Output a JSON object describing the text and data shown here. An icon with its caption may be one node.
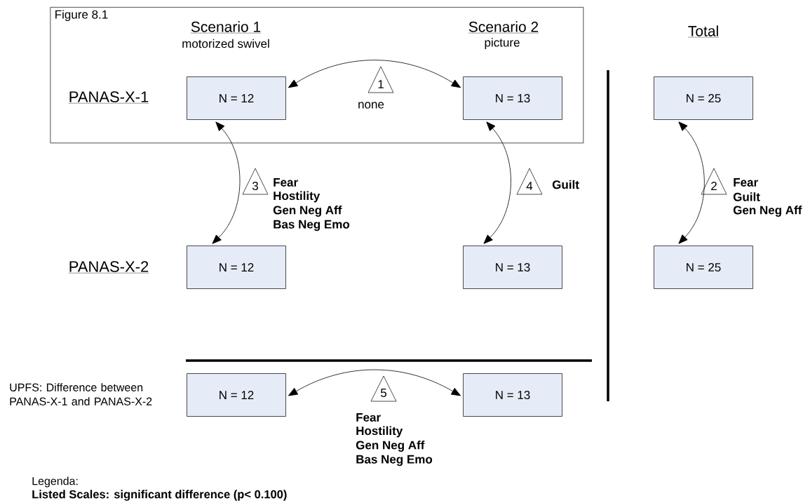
{
  "diagram": {
    "nodes": [
      {
        "text": [
          "Figure 8.1"
        ]
      },
      {
        "text": [
          "N = 12"
        ],
        "in": 0
      },
      {
        "text": [
          "N = 13"
        ],
        "in": 0
      },
      {
        "text": [
          "N = 25"
        ]
      },
      {
        "text": [
          "N = 12"
        ]
      },
      {
        "text": [
          "N = 13"
        ]
      },
      {
        "text": [
          "N = 25"
        ]
      },
      {
        "text": [
          "N = 12"
        ]
      },
      {
        "text": [
          "N = 13"
        ]
      },
      {
        "text": [
          "1"
        ],
        "beside": [
          "none"
        ],
        "in": 0
      },
      {
        "text": [
          "3"
        ],
        "beside": [
          "Fear",
          "Hostility",
          "Gen Neg Aff",
          "Bas Neg Emo"
        ]
      },
      {
        "text": [
          "4"
        ],
        "beside": [
          "Guilt"
        ]
      },
      {
        "text": [
          "2"
        ],
        "beside": [
          "Fear",
          "Guilt",
          "Gen Neg Aff"
        ]
      },
      {
        "text": [
          "5"
        ],
        "beside": [
          "Fear",
          "Hostility",
          "Gen Neg Aff",
          "Bas Neg Emo"
        ]
      }
    ],
    "edges": [
      {
        "from": 1,
        "to": 2,
        "arrow": "both"
      },
      {
        "from": 1,
        "to": 4,
        "arrow": "both"
      },
      {
        "from": 2,
        "to": 5,
        "arrow": "both"
      },
      {
        "from": 3,
        "to": 6,
        "arrow": "both"
      },
      {
        "from": 7,
        "to": 8,
        "arrow": "both"
      }
    ],
    "labels": [
      "Scenario 1",
      "motorized swivel",
      "Scenario 2",
      "picture",
      "Total",
      "PANAS-X-1",
      "PANAS-X-2",
      "UPFS: Difference between PANAS-X-1 and PANAS-X-2",
      "Legenda:",
      "Listed Scales:  significant difference (p< 0.100)"
    ]
  }
}
